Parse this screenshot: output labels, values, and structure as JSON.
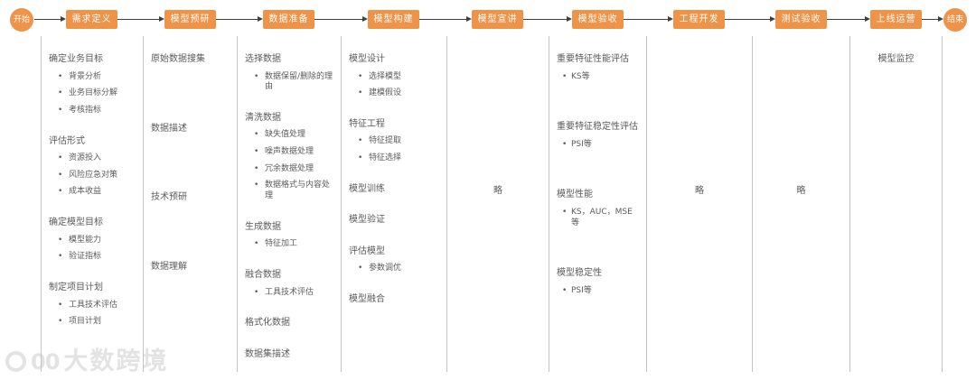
{
  "colors": {
    "accent": "#EF9349",
    "arrow": "#3f3f3f",
    "divider": "#c4c4c4",
    "text": "#5b5b5b",
    "watermark": "#e3e3e3"
  },
  "flow": {
    "start": "开始",
    "end": "结束",
    "stages": [
      {
        "label": "需求定义",
        "sections": [
          {
            "title": "确定业务目标",
            "bullets": [
              "背景分析",
              "业务目标分解",
              "考核指标"
            ]
          },
          {
            "title": "评估形式",
            "bullets": [
              "资源投入",
              "风险应急对策",
              "成本收益"
            ]
          },
          {
            "title": "确定模型目标",
            "bullets": [
              "模型能力",
              "验证指标"
            ]
          },
          {
            "title": "制定项目计划",
            "bullets": [
              "工具技术评估",
              "项目计划"
            ]
          }
        ]
      },
      {
        "label": "模型预研",
        "sections": [
          {
            "title": "原始数据搜集",
            "bullets": []
          },
          {
            "title": "数据描述",
            "bullets": []
          },
          {
            "title": "技术预研",
            "bullets": []
          },
          {
            "title": "数据理解",
            "bullets": []
          }
        ]
      },
      {
        "label": "数据准备",
        "sections": [
          {
            "title": "选择数据",
            "bullets": [
              "数据保留/删除的理由"
            ]
          },
          {
            "title": "清洗数据",
            "bullets": [
              "缺失值处理",
              "噪声数据处理",
              "冗余数据处理",
              "数据格式与内容处理"
            ]
          },
          {
            "title": "生成数据",
            "bullets": [
              "特征加工"
            ]
          },
          {
            "title": "融合数据",
            "bullets": [
              "工具技术评估"
            ]
          },
          {
            "title": "格式化数据",
            "bullets": []
          },
          {
            "title": "数据集描述",
            "bullets": []
          }
        ]
      },
      {
        "label": "模型构建",
        "sections": [
          {
            "title": "模型设计",
            "bullets": [
              "选择模型",
              "建模假设"
            ]
          },
          {
            "title": "特征工程",
            "bullets": [
              "特征提取",
              "特征选择"
            ]
          },
          {
            "title": "模型训练",
            "bullets": []
          },
          {
            "title": "模型验证",
            "bullets": []
          },
          {
            "title": "评估模型",
            "bullets": [
              "参数调优"
            ]
          },
          {
            "title": "模型融合",
            "bullets": []
          }
        ]
      },
      {
        "label": "模型宣讲",
        "note": "略"
      },
      {
        "label": "模型验收",
        "sections": [
          {
            "title": "重要特征性能评估",
            "bullets": [
              "KS等"
            ]
          },
          {
            "title": "重要特征稳定性评估",
            "bullets": [
              "PSI等"
            ]
          },
          {
            "title": "模型性能",
            "bullets": [
              "KS，AUC，MSE 等"
            ]
          },
          {
            "title": "模型稳定性",
            "bullets": [
              "PSI等"
            ]
          }
        ]
      },
      {
        "label": "工程开发",
        "note": "略"
      },
      {
        "label": "测试验收",
        "note": "略"
      },
      {
        "label": "上线运营",
        "sections": [
          {
            "title": "模型监控",
            "bullets": []
          }
        ]
      }
    ]
  },
  "watermark": {
    "logo_zeros": "00",
    "brand": "大数跨境"
  }
}
